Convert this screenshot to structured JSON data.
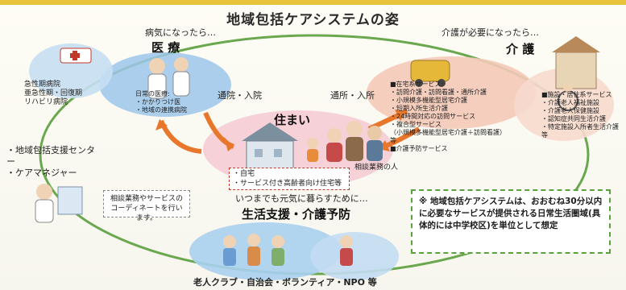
{
  "title": "地域包括ケアシステムの姿",
  "medical": {
    "sub": "病気になったら…",
    "label": "医 療",
    "hospitals": [
      "急性期病院",
      "亜急性期・回復期",
      "リハビリ病院"
    ],
    "daily": [
      "日常の医療:",
      "・かかりつけ医",
      "・地域の連携病院"
    ]
  },
  "care": {
    "sub": "介護が必要になったら…",
    "label": "介 護",
    "home_services": [
      "■在宅系サービス:",
      "・訪問介護・訪問看護・通所介護",
      "・小規模多機能型居宅介護",
      "・短期入所生活介護",
      "・24時間対応の訪問サービス",
      "・複合型サービス",
      "（小規模多機能型居宅介護＋訪問看護）等",
      "■介護予防サービス"
    ],
    "facility_services": [
      "■施設・居住系サービス",
      "・介護老人福祉施設",
      "・介護老人保健施設",
      "・認知症共同生活介護",
      "・特定施設入所者生活介護",
      "等"
    ]
  },
  "housing": {
    "label": "住まい",
    "items": [
      "・自宅",
      "・サービス付き高齢者向け住宅等"
    ],
    "person": "相談業務の人"
  },
  "arrows": {
    "medical": "通院・入院",
    "care": "通所・入所"
  },
  "support_center": [
    "・地域包括支援センター",
    "・ケアマネジャー"
  ],
  "consult_bubble": "相談業務やサービスのコーディネートを行います。",
  "prevention": {
    "sub": "いつまでも元気に暮らすために…",
    "label": "生活支援・介護予防"
  },
  "bottom_label": "老人クラブ・自治会・ボランティア・NPO 等",
  "note_text": "※ 地域包括ケアシステムは、おおむね30分以内に必要なサービスが提供される日常生活圏域(具体的には中学校区)を単位として想定",
  "colors": {
    "accent": "#e7c43a",
    "ring": "#6aa84f",
    "medical_blob": "#9cc5ea",
    "care_blob": "#f4c9b8",
    "housing_blob": "#f7cfd6",
    "prevention_blob": "#a9cfee",
    "arrow": "#e8762b"
  }
}
